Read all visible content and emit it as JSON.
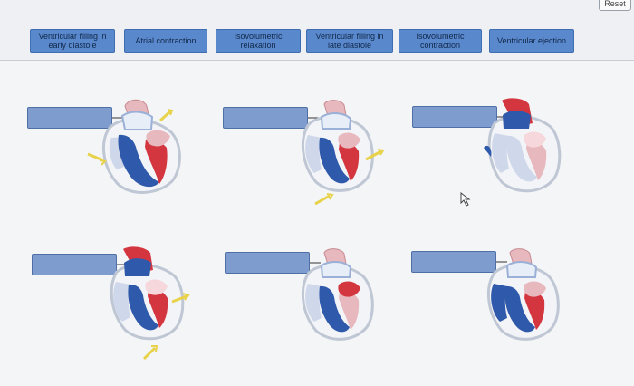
{
  "reset_label": "Reset",
  "labels": [
    "Ventricular filling in early diastole",
    "Atrial contraction",
    "Isovolumetric relaxation",
    "Ventricular filling in late diastole",
    "Isovolumetric contraction",
    "Ventricular ejection"
  ],
  "colors": {
    "chip": "#5a88cc",
    "slot": "#7f9ccf",
    "oxygen_poor": "#274f9c",
    "oxygen_rich": "#d6313c",
    "arrow": "#e7d24a"
  },
  "icons": [
    "heart-diagram-icon",
    "yellow-arrow-icon",
    "cursor-icon"
  ]
}
